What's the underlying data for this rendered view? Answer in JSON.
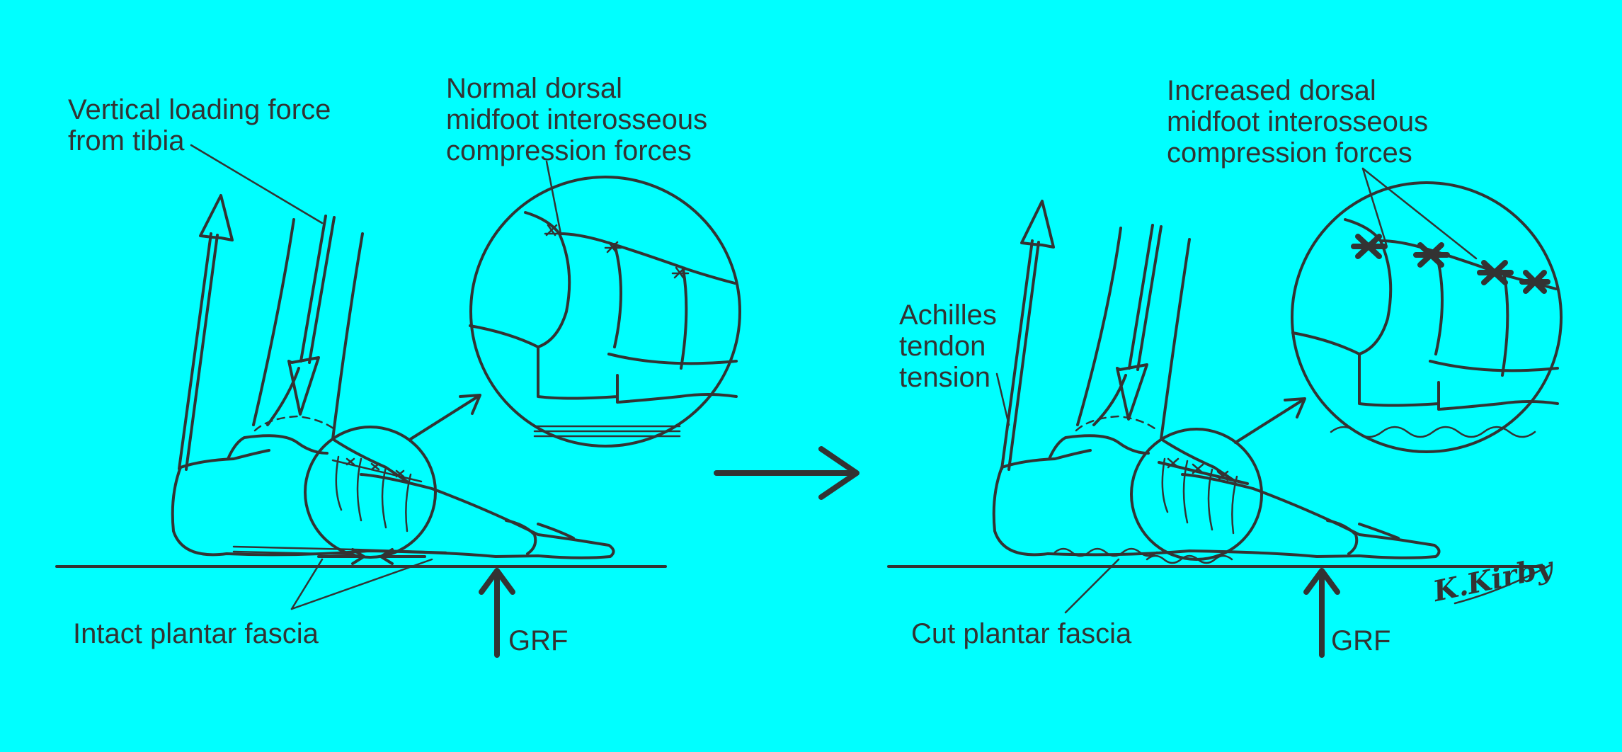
{
  "colors": {
    "background": "#00ffff",
    "ink": "#333333"
  },
  "left_panel": {
    "label_tibia": "Vertical loading force\nfrom tibia",
    "label_dorsal": "Normal dorsal\nmidfoot interosseous\ncompression forces",
    "label_fascia": "Intact plantar fascia",
    "label_grf": "GRF"
  },
  "right_panel": {
    "label_dorsal": "Increased dorsal\nmidfoot interosseous\ncompression forces",
    "label_achilles": "Achilles\ntendon\ntension",
    "label_fascia": "Cut plantar fascia",
    "label_grf": "GRF"
  },
  "signature": "K.Kirby"
}
